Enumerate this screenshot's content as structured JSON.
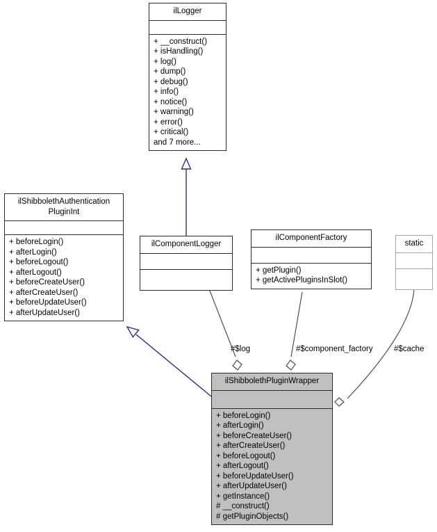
{
  "diagram": {
    "type": "uml-class-diagram",
    "title": "ilShibbolethPluginWrapper collaboration diagram",
    "background_color": "#ffffff",
    "inheritance_edge_color": "#2a2a8c",
    "association_edge_color": "#4d4d4d",
    "shaded_fill_color": "#c0c0c0"
  },
  "classes": {
    "il_logger": {
      "name": "ilLogger",
      "attributes": [],
      "operations": [
        "+ __construct()",
        "+ isHandling()",
        "+ log()",
        "+ dump()",
        "+ debug()",
        "+ info()",
        "+ notice()",
        "+ warning()",
        "+ error()",
        "+ critical()",
        "and 7 more..."
      ]
    },
    "il_shibboleth_authentication_plugin_int": {
      "name": "ilShibbolethAuthentication\nPluginInt",
      "attributes": [],
      "operations": [
        "+ beforeLogin()",
        "+ afterLogin()",
        "+ beforeLogout()",
        "+ afterLogout()",
        "+ beforeCreateUser()",
        "+ afterCreateUser()",
        "+ beforeUpdateUser()",
        "+ afterUpdateUser()"
      ]
    },
    "il_component_logger": {
      "name": "ilComponentLogger",
      "attributes": [],
      "operations": []
    },
    "il_component_factory": {
      "name": "ilComponentFactory",
      "attributes": [],
      "operations": [
        "+ getPlugin()",
        "+ getActivePluginsInSlot()"
      ]
    },
    "static_box": {
      "name": "static",
      "attributes": [],
      "operations": []
    },
    "il_shibboleth_plugin_wrapper": {
      "name": "ilShibbolethPluginWrapper",
      "attributes": [],
      "operations": [
        "+ beforeLogin()",
        "+ afterLogin()",
        "+ beforeCreateUser()",
        "+ afterCreateUser()",
        "+ beforeLogout()",
        "+ afterLogout()",
        "+ beforeUpdateUser()",
        "+ afterUpdateUser()",
        "+ getInstance()",
        "# __construct()",
        "# getPluginObjects()"
      ]
    }
  },
  "edges": {
    "logger_inheritance": {
      "label": "",
      "kind": "generalization",
      "from": "ilComponentLogger",
      "to": "ilLogger"
    },
    "interface_realization": {
      "label": "",
      "kind": "generalization",
      "from": "ilShibbolethPluginWrapper",
      "to": "ilShibbolethAuthenticationPluginInt"
    },
    "log_association": {
      "label": "#$log",
      "kind": "aggregation",
      "from": "ilComponentLogger",
      "to": "ilShibbolethPluginWrapper"
    },
    "component_factory_association": {
      "label": "#$component_factory",
      "kind": "aggregation",
      "from": "ilComponentFactory",
      "to": "ilShibbolethPluginWrapper"
    },
    "cache_association": {
      "label": "#$cache",
      "kind": "aggregation",
      "from": "static",
      "to": "ilShibbolethPluginWrapper"
    }
  }
}
